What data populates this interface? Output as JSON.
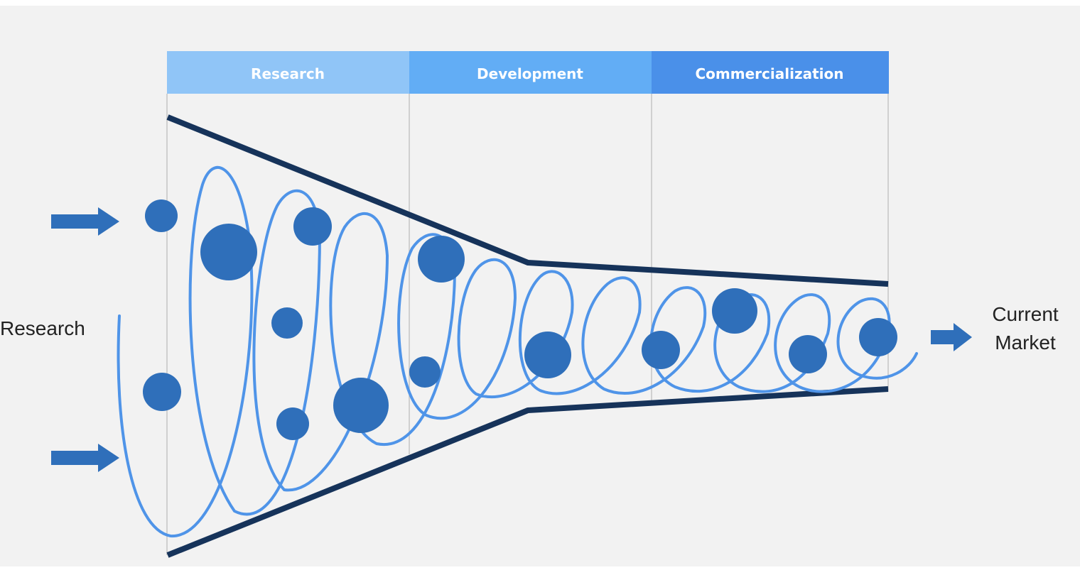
{
  "phases": [
    {
      "label": "Research",
      "color": "#90c5f7"
    },
    {
      "label": "Development",
      "color": "#62adf5"
    },
    {
      "label": "Commercialization",
      "color": "#4a90e9"
    }
  ],
  "left_label": "Research",
  "right_label_line1": "Current",
  "right_label_line2": "Market",
  "colors": {
    "background": "#f2f2f2",
    "funnel_outline": "#16335a",
    "spiral": "#4f94e8",
    "circles": "#2f6fba",
    "arrows": "#2f6fba",
    "divider": "#bbbbbb"
  },
  "icons": [
    "right-arrow-icon"
  ]
}
